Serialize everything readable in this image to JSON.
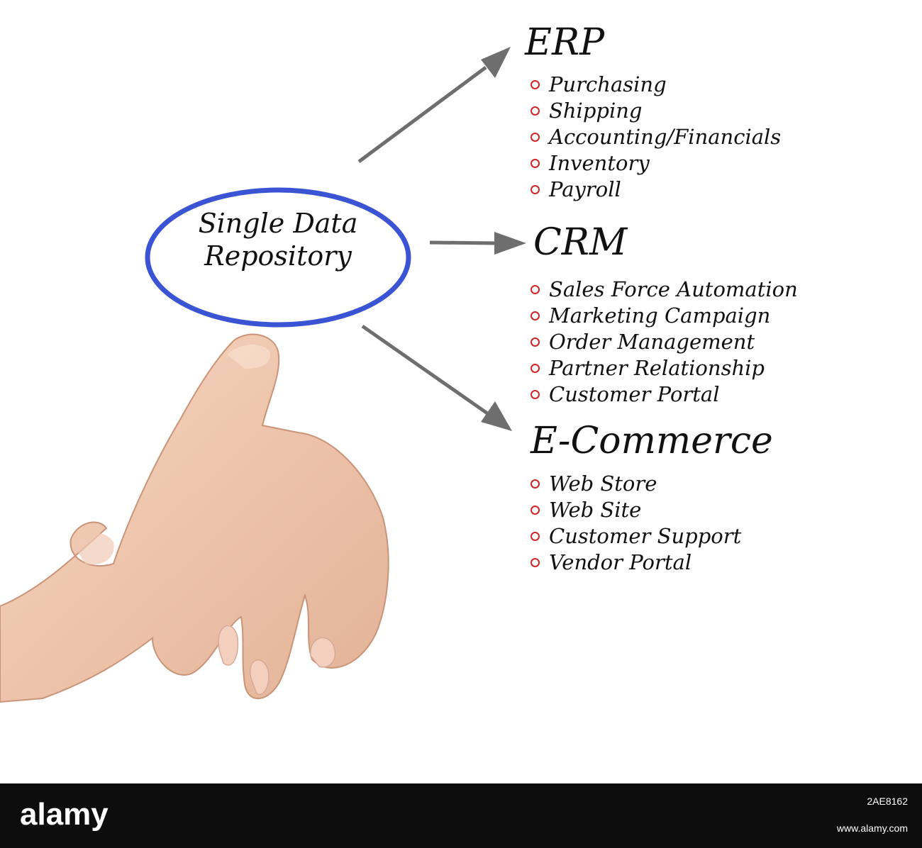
{
  "center": {
    "line1": "Single Data",
    "line2": "Repository"
  },
  "categories": [
    {
      "title": "ERP",
      "items": [
        "Purchasing",
        "Shipping",
        "Accounting/Financials",
        "Inventory",
        "Payroll"
      ]
    },
    {
      "title": "CRM",
      "items": [
        "Sales Force Automation",
        "Marketing Campaign",
        "Order Management",
        "Partner Relationship",
        "Customer Portal"
      ]
    },
    {
      "title": "E-Commerce",
      "items": [
        "Web Store",
        "Web Site",
        "Customer Support",
        "Vendor Portal"
      ]
    }
  ],
  "footer": {
    "brand": "alamy",
    "image_id": "2AE8162",
    "url": "www.alamy.com"
  },
  "colors": {
    "oval": "#3b54d4",
    "arrow": "#6e6e6e",
    "bullet": "#d12424",
    "skin": "#f0c8ae",
    "footer": "#0d0d0d"
  },
  "icons": {
    "oval": "ellipse-outline",
    "pointer": "pointing-hand",
    "arrow": "arrow-right"
  }
}
